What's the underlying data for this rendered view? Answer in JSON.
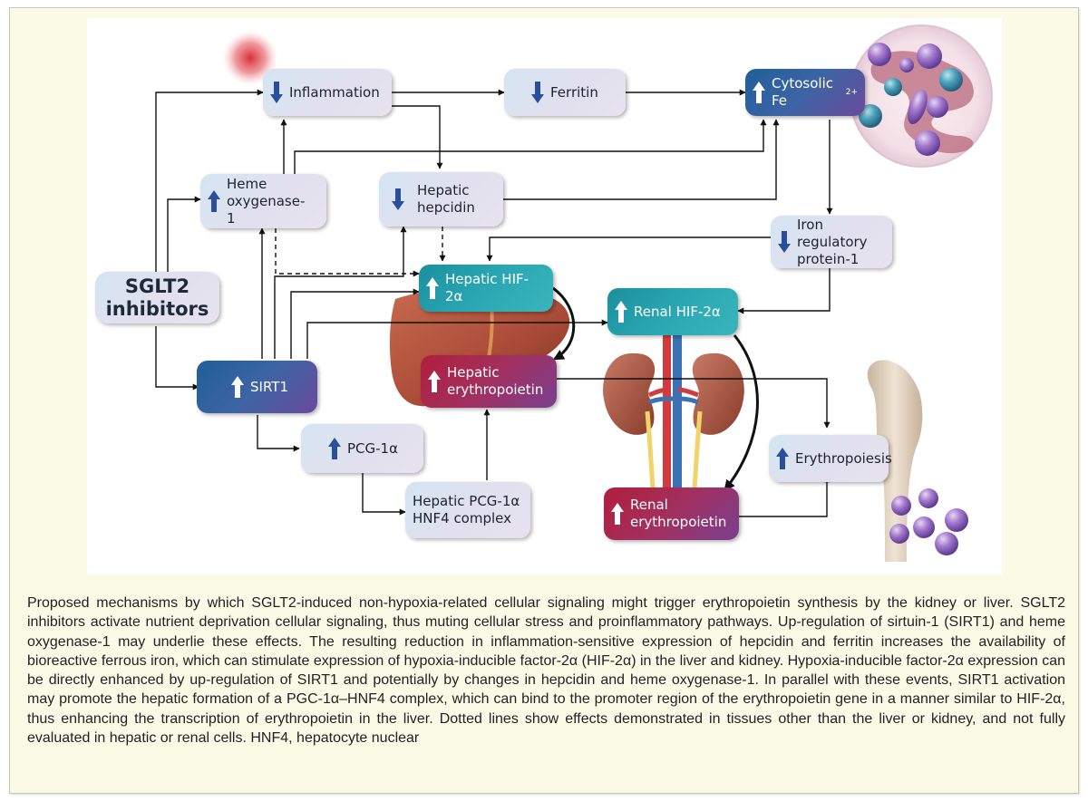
{
  "diagram": {
    "nodes": {
      "sglt2": "SGLT2 inhibitors",
      "inflammation": "Inflammation",
      "ferritin": "Ferritin",
      "cytosolic_fe": "Cytosolic Fe",
      "cytosolic_fe_sup": "2+",
      "heme_oxygenase": "Heme oxygenase-1",
      "hepatic_hepcidin": "Hepatic hepcidin",
      "iron_regulatory": "Iron regulatory protein-1",
      "hepatic_hif": "Hepatic HIF-2α",
      "renal_hif": "Renal HIF-2α",
      "sirt1": "SIRT1",
      "hepatic_epo": "Hepatic erythropoietin",
      "pcg": "PCG-1α",
      "hepatic_pcg_complex": "Hepatic PCG-1α HNF4 complex",
      "renal_epo": "Renal erythropoietin",
      "erythropoiesis": "Erythropoiesis"
    },
    "directions": {
      "inflammation": "down",
      "ferritin": "down",
      "cytosolic_fe": "up",
      "heme_oxygenase": "up",
      "hepatic_hepcidin": "down",
      "iron_regulatory": "down",
      "hepatic_hif": "up",
      "renal_hif": "up",
      "sirt1": "up",
      "hepatic_epo": "up",
      "pcg": "up",
      "renal_epo": "up",
      "erythropoiesis": "up"
    },
    "colors": {
      "up_arrow_on_dark": "#ffffff",
      "up_arrow_on_light": "#2a4f9a",
      "down_arrow": "#2a4f9a",
      "blue_node": "#2f5f9e",
      "teal_node": "#2aa7b3",
      "red_node": "#b01e3d",
      "light_node": "#dde6f2"
    }
  },
  "caption": "Proposed mechanisms by which SGLT2-induced non-hypoxia-related cellular signaling might trigger erythropoietin synthesis by the kidney or liver. SGLT2 inhibitors activate nutrient deprivation cellular signaling, thus muting cellular stress and proinflammatory pathways. Up-regulation of sirtuin-1 (SIRT1) and heme oxygenase-1 may underlie these effects. The resulting reduction in inflammation-sensitive expression of hepcidin and ferritin increases the availability of bioreactive ferrous iron, which can stimulate expression of hypoxia-inducible factor-2α (HIF-2α) in the liver and kidney. Hypoxia-inducible factor-2α expression can be directly enhanced by up-regulation of SIRT1 and potentially by changes in hepcidin and heme oxygenase-1. In parallel with these events, SIRT1 activation may promote the hepatic formation of a PGC-1α–HNF4 complex, which can bind to the promoter region of the erythropoietin gene in a manner similar to HIF-2α, thus enhancing the transcription of erythropoietin in the liver. Dotted lines show effects demonstrated in tissues other than the liver or kidney, and not fully evaluated in hepatic or renal cells. HNF4, hepatocyte nuclear"
}
